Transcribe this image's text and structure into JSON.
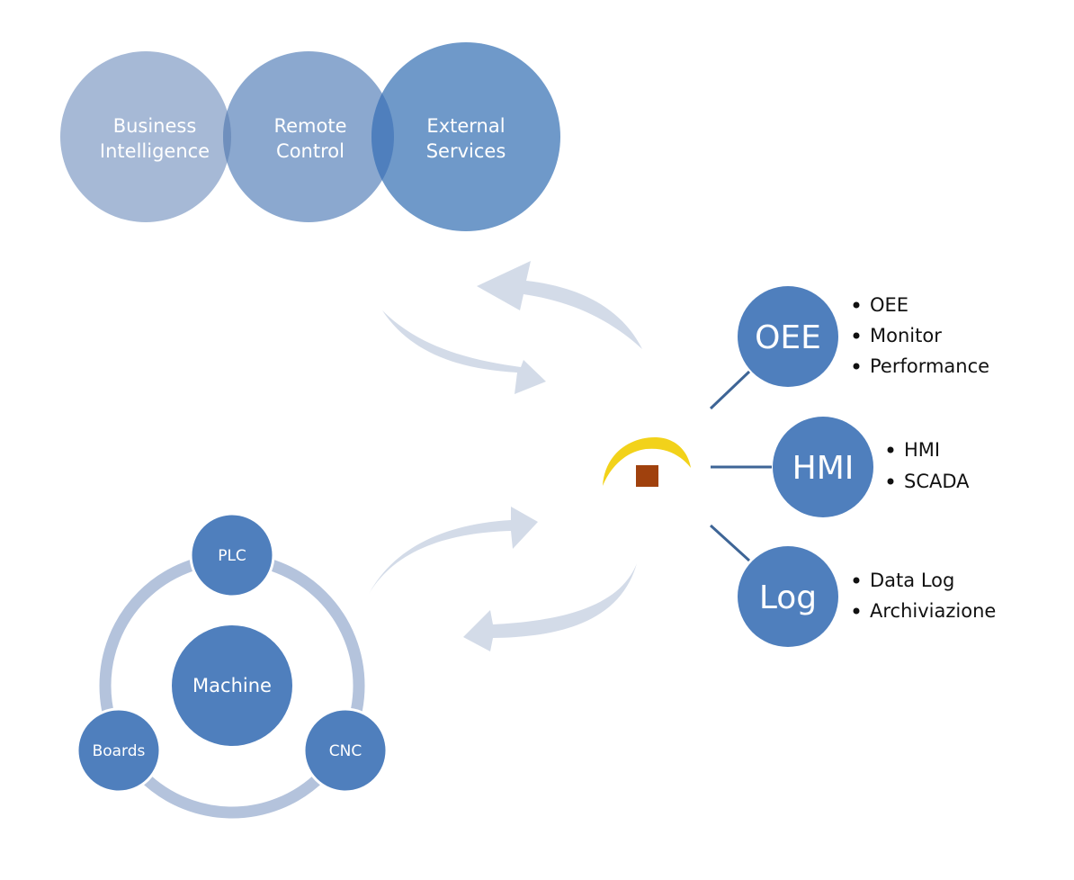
{
  "cloud_services": [
    {
      "line1": "Business",
      "line2": "Intelligence"
    },
    {
      "line1": "Remote",
      "line2": "Control"
    },
    {
      "line1": "External",
      "line2": "Services"
    }
  ],
  "machine_cycle": {
    "center": "Machine",
    "nodes": [
      "PLC",
      "CNC",
      "Boards"
    ]
  },
  "modules": [
    {
      "label": "OEE",
      "bullets": [
        "OEE",
        "Monitor",
        "Performance"
      ]
    },
    {
      "label": "HMI",
      "bullets": [
        "HMI",
        "SCADA"
      ]
    },
    {
      "label": "Log",
      "bullets": [
        "Data Log",
        "Archiviazione"
      ]
    }
  ],
  "colors": {
    "circle_light": "#a6b9d6",
    "circle_mid": "#8ba8cf",
    "circle_dark": "#6f99c9",
    "node_blue": "#4f7fbd",
    "ring": "#b4c3dc",
    "arrow": "#d3dbe8",
    "connector": "#3e6596",
    "logo_yellow": "#f2d21a",
    "logo_square": "#a0410d"
  }
}
